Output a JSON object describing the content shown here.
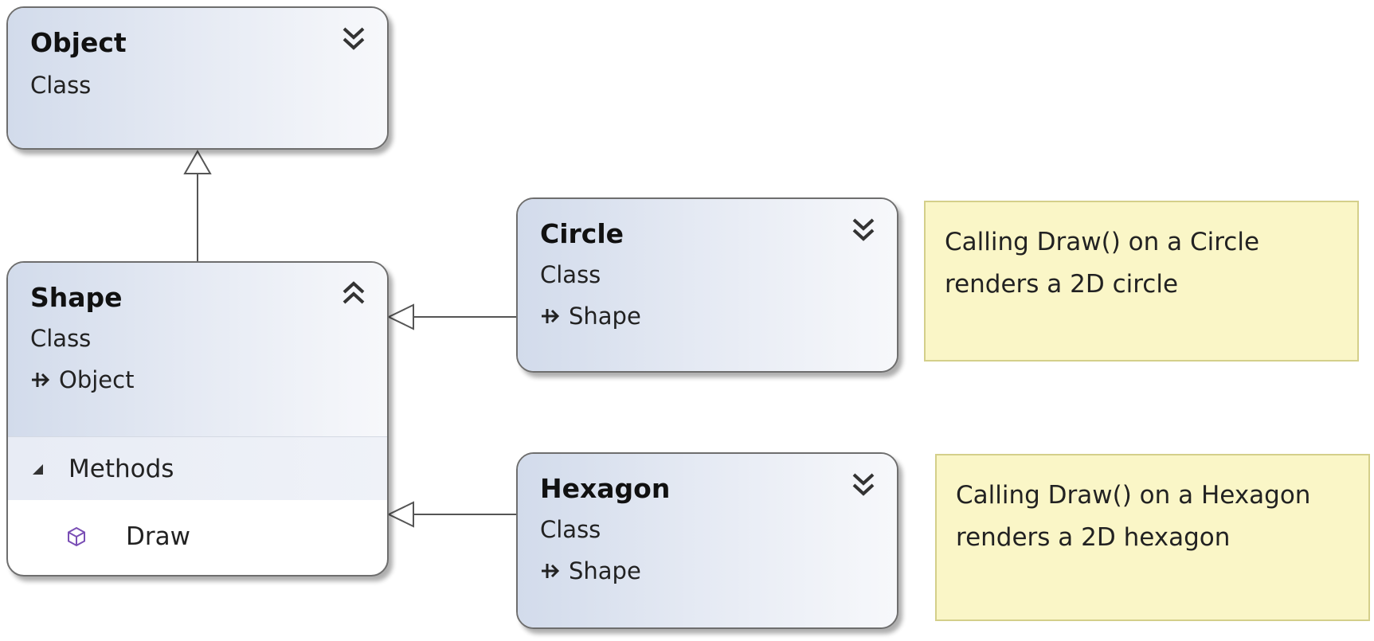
{
  "classes": {
    "object": {
      "name": "Object",
      "kind": "Class"
    },
    "shape": {
      "name": "Shape",
      "kind": "Class",
      "base": "Object",
      "methods_label": "Methods",
      "methods": [
        "Draw"
      ]
    },
    "circle": {
      "name": "Circle",
      "kind": "Class",
      "base": "Shape"
    },
    "hexagon": {
      "name": "Hexagon",
      "kind": "Class",
      "base": "Shape"
    }
  },
  "notes": {
    "circle": "Calling Draw() on a Circle renders a 2D circle",
    "hexagon": "Calling Draw() on a Hexagon renders a 2D hexagon"
  },
  "icons": {
    "collapsed_toggle": "double-chevron-down-icon",
    "expanded_toggle": "double-chevron-up-icon",
    "base_type": "inheritance-arrow-icon",
    "section_expander": "triangle-expander-icon",
    "method": "method-cube-icon"
  },
  "colors": {
    "header_gradient_start": "#d2dbeb",
    "box_border": "#6e6e6e",
    "note_fill": "#faf6c7",
    "note_border": "#d4cf8a",
    "method_icon": "#7a4fb5"
  }
}
